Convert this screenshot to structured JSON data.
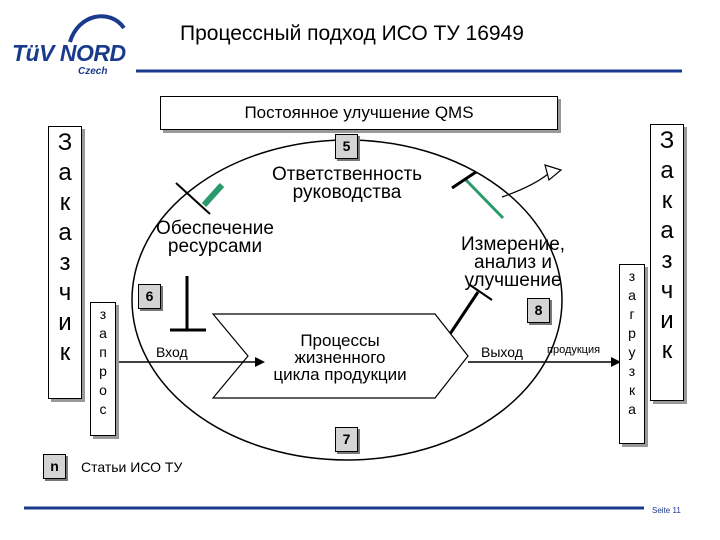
{
  "logo": {
    "main": "TüV NORD",
    "sub": "Czech"
  },
  "title": "Процессный подход ИСО ТУ 16949",
  "qms_box": "Постоянное улучшение QMS",
  "customer_left": "З\nа\nк\nа\nз\nч\nи\nк",
  "customer_right": "З\nа\nк\nа\nз\nч\nи\nк",
  "request_box": "з\nа\nп\nр\nо\nс",
  "shipment_box": "з\nа\nг\nр\nу\nз\nк\nа",
  "labels": {
    "management": "Ответственность\nруководства",
    "resources": "Обеспечение\nресурсами",
    "measurement": "Измерение,\nанализ и\nулучшение",
    "processes": "Процессы\nжизненного\nцикла продукции",
    "input": "Вход",
    "output": "Выход",
    "product": "продукция"
  },
  "badges": {
    "b5": "5",
    "b6": "6",
    "b7": "7",
    "b8": "8"
  },
  "legend": {
    "badge": "n",
    "text": "Статьи ИСО ТУ"
  },
  "footer": {
    "page": "Seite 11"
  },
  "colors": {
    "brand_blue": "#1a3a8c",
    "hammer_green": "#2a9a6a",
    "badge_gray": "#d4d4d4"
  }
}
